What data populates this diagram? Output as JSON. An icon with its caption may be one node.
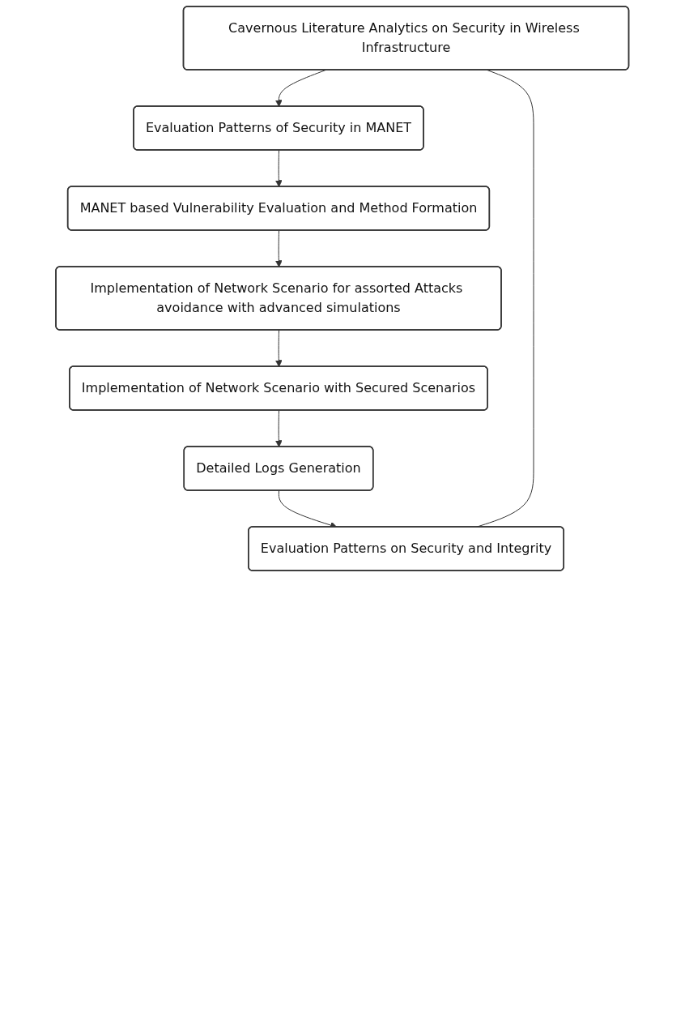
{
  "diagram": {
    "nodes": [
      {
        "text": [
          "Cavernous Literature Analytics on Security in Wireless Infrastructure"
        ]
      },
      {
        "text": [
          "Evaluation Patterns of Security in MANET"
        ]
      },
      {
        "text": [
          "MANET based Vulnerability Evaluation and Method Formation"
        ]
      },
      {
        "text": [
          "Implementation of Network Scenario for assorted Attacks avoidance with advanced simulations"
        ]
      },
      {
        "text": [
          "Implementation of Network Scenario with Secured Scenarios"
        ]
      },
      {
        "text": [
          "Detailed Logs Generation"
        ]
      },
      {
        "text": [
          "Evaluation Patterns on Security and Integrity"
        ]
      }
    ],
    "edges": [
      {
        "from": 0,
        "to": 1,
        "arrow": "to"
      },
      {
        "from": 1,
        "to": 2,
        "arrow": "to"
      },
      {
        "from": 2,
        "to": 3,
        "arrow": "to"
      },
      {
        "from": 3,
        "to": 4,
        "arrow": "to"
      },
      {
        "from": 4,
        "to": 5,
        "arrow": "to"
      },
      {
        "from": 5,
        "to": 6,
        "arrow": "to"
      },
      {
        "from": 0,
        "to": 6,
        "arrow": "none"
      }
    ]
  }
}
